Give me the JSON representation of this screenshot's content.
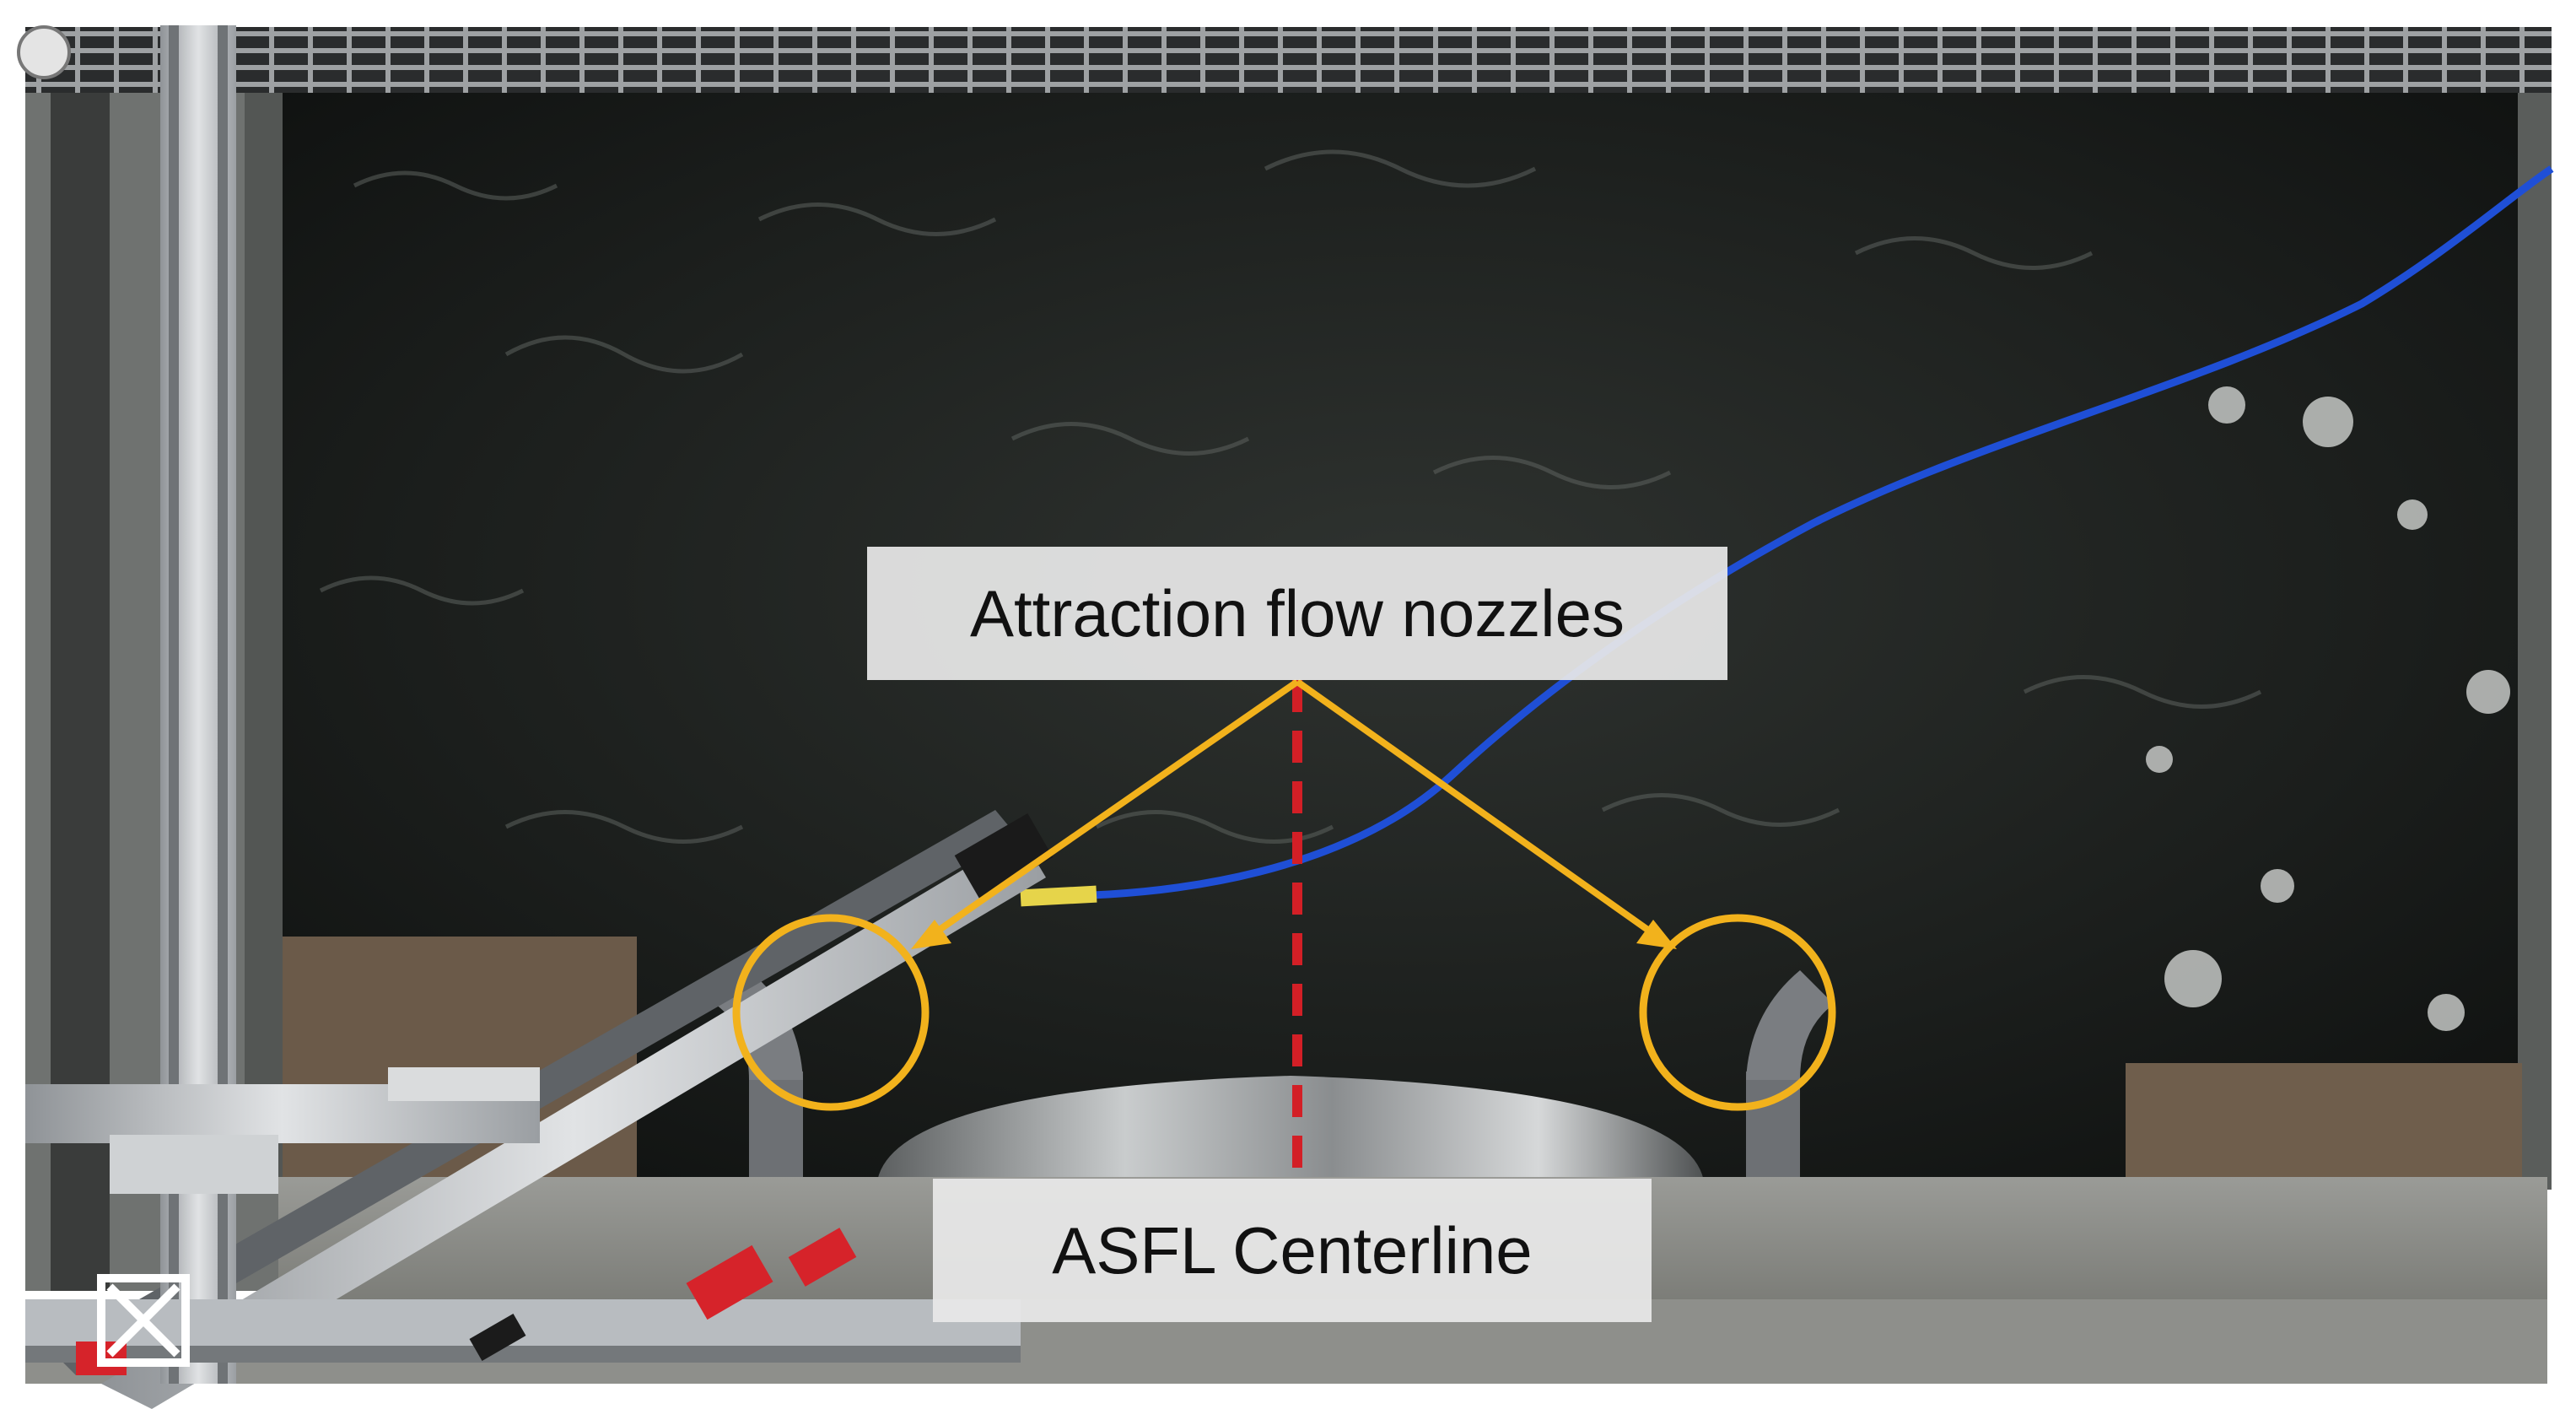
{
  "photo": {
    "annotations": {
      "attraction_label": "Attraction flow nozzles",
      "centerline_label": "ASFL Centerline"
    },
    "colors": {
      "water": "#1c1f1d",
      "arrow": "#f2b21c",
      "centerline": "#d31f26",
      "cable": "#1f4fd6",
      "label_background": "#e8e8e8",
      "label_text": "#111111",
      "aluminum": "#b8bcc0",
      "nozzle": "#6d7074"
    },
    "objects": [
      "water-surface",
      "metal-grate",
      "aluminum-frame",
      "instrument-rail",
      "blue-cable",
      "left-nozzle",
      "right-nozzle",
      "stainless-weir",
      "concrete-sill",
      "wood-blocks"
    ]
  }
}
